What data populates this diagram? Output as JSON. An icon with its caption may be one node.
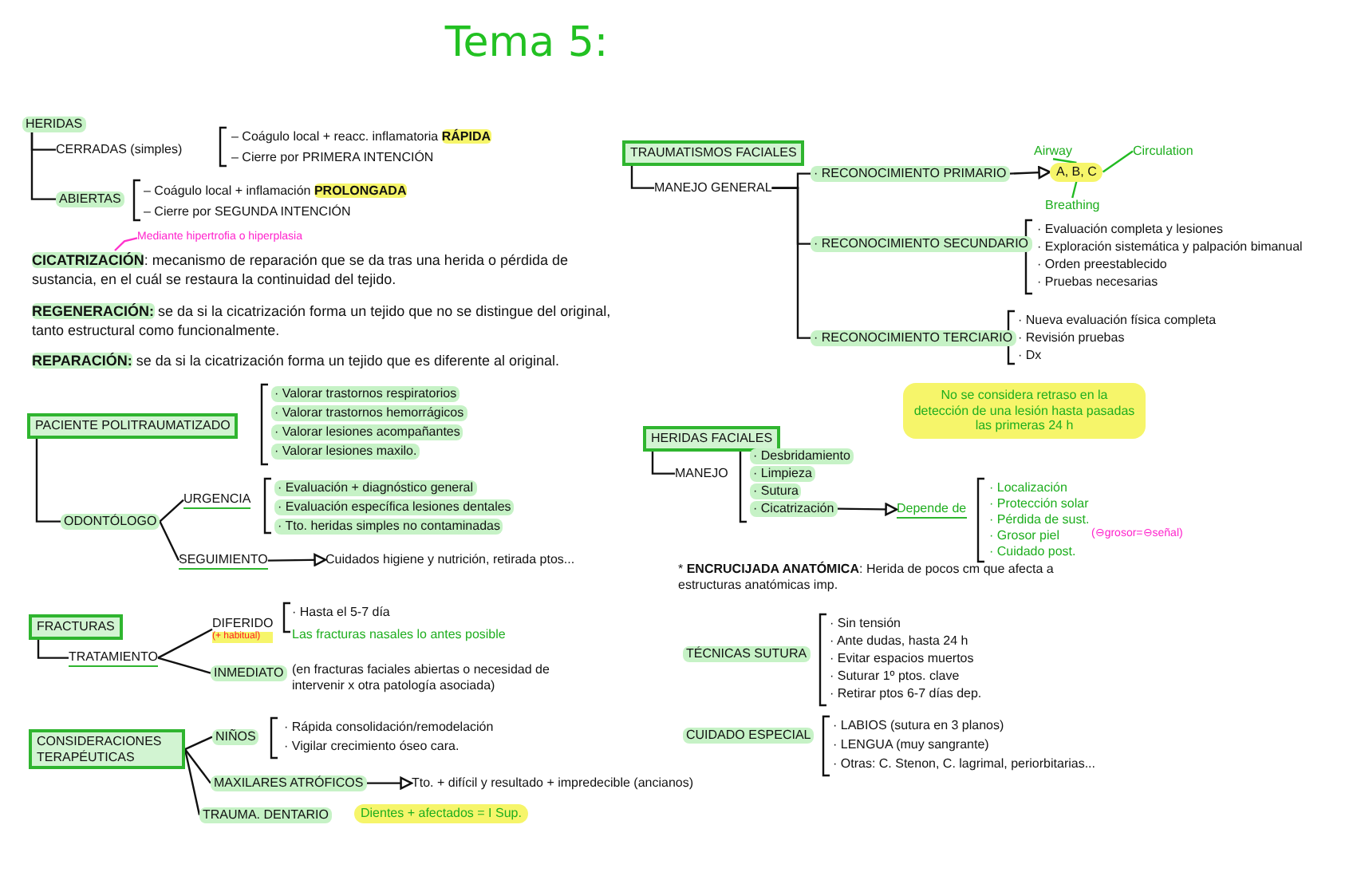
{
  "diagram": {
    "title": "Tema 5:",
    "nodes": [
      {
        "text": [
          "HERIDAS"
        ]
      },
      {
        "text": [
          "CERRADAS (simples)"
        ]
      },
      {
        "text": [
          "ABIERTAS"
        ]
      },
      {
        "text": [
          "Mediante hipertrofia o hiperplasia"
        ]
      },
      {
        "text": [
          "**CICATRIZACIÓN**: mecanismo de reparación que se da tras una herida o pérdida de sustancia, en el cuál se restaura la continuidad del tejido."
        ]
      },
      {
        "text": [
          "PACIENTE POLITRAUMATIZADO"
        ]
      },
      {
        "text": [
          "ODONTÓLOGO"
        ]
      },
      {
        "text": [
          "URGENCIA"
        ]
      },
      {
        "text": [
          "SEGUIMIENTO"
        ]
      },
      {
        "text": [
          "Cuidados higiene y nutrición, retirada ptos..."
        ]
      },
      {
        "text": [
          "FRACTURAS"
        ]
      },
      {
        "text": [
          "TRATAMIENTO"
        ]
      },
      {
        "text": [
          "DIFERIDO",
          "(+ habitual)"
        ]
      },
      {
        "text": [
          "INMEDIATO"
        ]
      },
      {
        "text": [
          "CONSIDERACIONES TERAPÉUTICAS"
        ]
      },
      {
        "text": [
          "NIÑOS"
        ]
      },
      {
        "text": [
          "MAXILARES ATRÓFICOS"
        ]
      },
      {
        "text": [
          "Tto. + difícil y resultado + impredecible (ancianos)"
        ]
      },
      {
        "text": [
          "TRAUMA. DENTARIO"
        ]
      },
      {
        "text": [
          "TRAUMATISMOS FACIALES"
        ]
      },
      {
        "text": [
          "MANEJO GENERAL"
        ]
      },
      {
        "text": [
          "· RECONOCIMIENTO PRIMARIO"
        ]
      },
      {
        "text": [
          "A, B, C"
        ]
      },
      {
        "text": [
          "Airway"
        ]
      },
      {
        "text": [
          "Circulation"
        ]
      },
      {
        "text": [
          "Breathing"
        ]
      },
      {
        "text": [
          "· RECONOCIMIENTO SECUNDARIO"
        ]
      },
      {
        "text": [
          "· RECONOCIMIENTO TERCIARIO"
        ]
      },
      {
        "text": [
          "HERIDAS FACIALES"
        ]
      },
      {
        "text": [
          "MANEJO"
        ]
      },
      {
        "text": [
          "· Cicatrización"
        ]
      },
      {
        "text": [
          "Depende de"
        ]
      },
      {
        "text": [
          "**REGENERACIÓN:** se da si la cicatrización forma un tejido que no se distingue del original, tanto estructural como funcionalmente."
        ]
      },
      {
        "text": [
          "**REPARACIÓN:** se da si la cicatrización forma un tejido que es diferente al original."
        ]
      }
    ],
    "edges": [
      {
        "from": 0,
        "to": 1,
        "arrow": "none"
      },
      {
        "from": 0,
        "to": 2,
        "arrow": "none"
      },
      {
        "from": 3,
        "to": 4,
        "arrow": "none",
        "color": "#ff33cc"
      },
      {
        "from": 5,
        "to": 6,
        "arrow": "none"
      },
      {
        "from": 6,
        "to": 7,
        "arrow": "none"
      },
      {
        "from": 6,
        "to": 8,
        "arrow": "none"
      },
      {
        "from": 8,
        "to": 9,
        "arrow": "to"
      },
      {
        "from": 10,
        "to": 11,
        "arrow": "none"
      },
      {
        "from": 11,
        "to": 12,
        "arrow": "none"
      },
      {
        "from": 11,
        "to": 13,
        "arrow": "none"
      },
      {
        "from": 14,
        "to": 15,
        "arrow": "none"
      },
      {
        "from": 14,
        "to": 16,
        "arrow": "none"
      },
      {
        "from": 14,
        "to": 18,
        "arrow": "none"
      },
      {
        "from": 16,
        "to": 17,
        "arrow": "to"
      },
      {
        "from": 19,
        "to": 20,
        "arrow": "none"
      },
      {
        "from": 20,
        "to": 21,
        "arrow": "none"
      },
      {
        "from": 20,
        "to": 26,
        "arrow": "none"
      },
      {
        "from": 20,
        "to": 27,
        "arrow": "none"
      },
      {
        "from": 21,
        "to": 22,
        "arrow": "to"
      },
      {
        "from": 23,
        "to": 22,
        "arrow": "none",
        "color": "#22bb22"
      },
      {
        "from": 24,
        "to": 22,
        "arrow": "none",
        "color": "#22bb22"
      },
      {
        "from": 25,
        "to": 22,
        "arrow": "none",
        "color": "#22bb22"
      },
      {
        "from": 28,
        "to": 29,
        "arrow": "none"
      },
      {
        "from": 30,
        "to": 31,
        "arrow": "to"
      }
    ],
    "labels": [
      "– Coágulo local + reacc. inflamatoria **RÁPIDA**",
      "– Cierre por PRIMERA INTENCIÓN",
      "– Coágulo local + inflamación **PROLONGADA**",
      "– Cierre por SEGUNDA INTENCIÓN",
      "· Valorar trastornos respiratorios",
      "· Valorar trastornos hemorrágicos",
      "· Valorar lesiones acompañantes",
      "· Valorar lesiones maxilo.",
      "· Evaluación + diagnóstico general",
      "· Evaluación específica lesiones dentales",
      "· Tto. heridas simples no contaminadas",
      "· Hasta el 5-7 día",
      "Las fracturas nasales lo antes posible",
      "(en fracturas faciales abiertas o necesidad de intervenir x otra patología asociada)",
      "· Rápida consolidación/remodelación",
      "· Vigilar crecimiento óseo cara.",
      "Dientes + afectados = I Sup.",
      "· Evaluación completa y lesiones",
      "· Exploración sistemática y palpación bimanual",
      "· Orden preestablecido",
      "· Pruebas necesarias",
      "· Nueva evaluación física completa",
      "· Revisión pruebas",
      "· Dx",
      "No se considera retraso en la detección de una lesión hasta pasadas las primeras 24 h",
      "· Desbridamiento",
      "· Limpieza",
      "· Sutura",
      "· Localización",
      "· Protección solar",
      "· Pérdida de sust.",
      "· Grosor piel",
      "· Cuidado post.",
      "(⊖grosor=⊖señal)",
      "* **ENCRUCIJADA ANATÓMICA**: Herida de pocos cm que afecta a estructuras anatómicas imp.",
      "TÉCNICAS SUTURA",
      "· Sin tensión",
      "· Ante dudas, hasta 24 h",
      "· Evitar espacios muertos",
      "· Suturar 1º ptos. clave",
      "· Retirar ptos 6-7 días dep.",
      "CUIDADO ESPECIAL",
      "· LABIOS (sutura en 3 planos)",
      "· LENGUA (muy sangrante)",
      "· Otras: C. Stenon, C. lagrimal, periorbitarias..."
    ]
  }
}
